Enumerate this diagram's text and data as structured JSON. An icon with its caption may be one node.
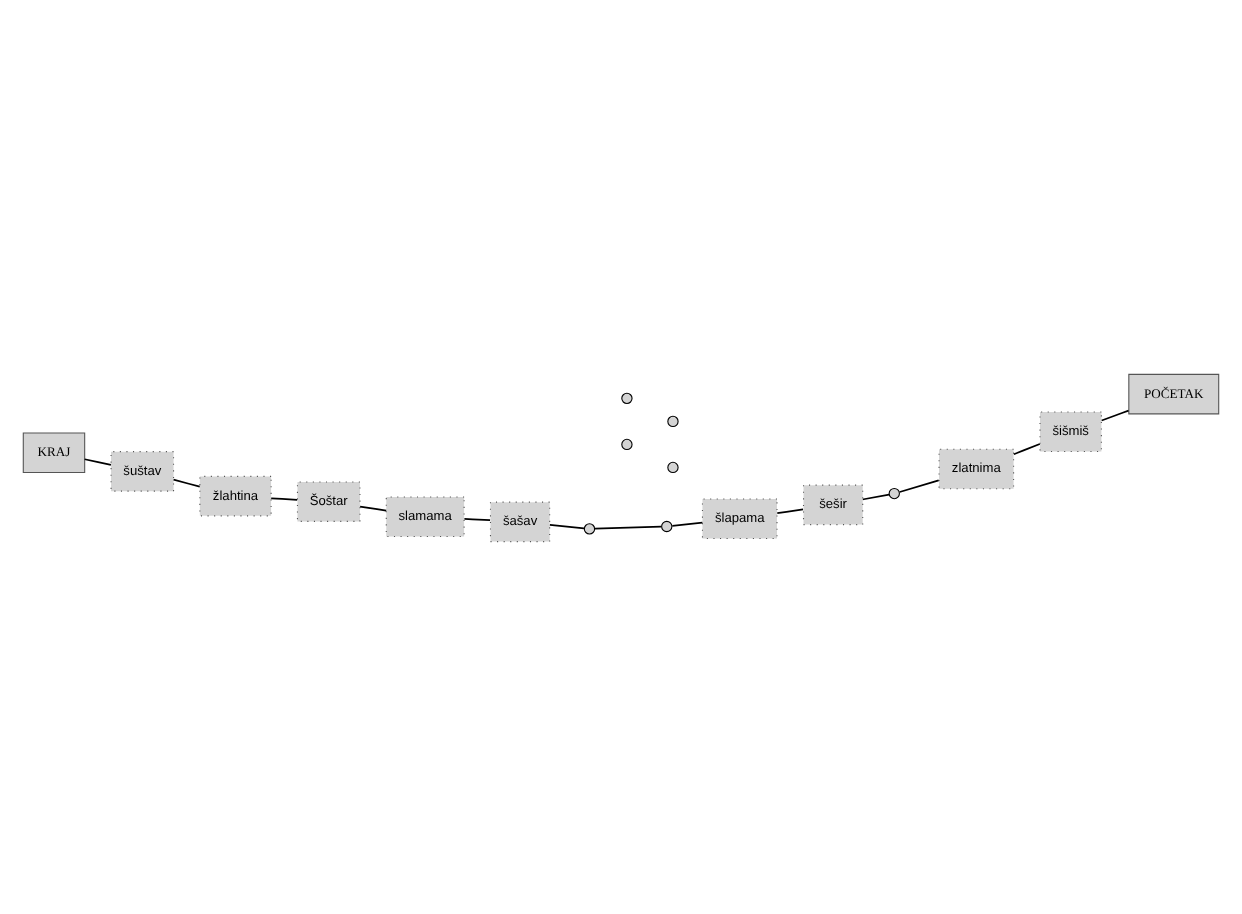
{
  "diagram": {
    "nodes": [
      {
        "text": [],
        "shape": "circle"
      },
      {
        "text": [
          "KRAJ"
        ]
      },
      {
        "text": [
          "šuštav"
        ]
      },
      {
        "text": [],
        "shape": "circle"
      },
      {
        "text": [
          "Šoštar"
        ]
      },
      {
        "text": [
          "šašav"
        ]
      },
      {
        "text": [],
        "shape": "circle"
      },
      {
        "text": [
          "žlahtina"
        ]
      },
      {
        "text": [
          "slamama"
        ]
      },
      {
        "text": [
          "šlapama"
        ]
      },
      {
        "text": [],
        "shape": "circle"
      },
      {
        "text": [
          "šešir"
        ]
      },
      {
        "text": [
          "zlatnima"
        ]
      },
      {
        "text": [
          "šišmiš"
        ]
      },
      {
        "text": [],
        "shape": "circle"
      },
      {
        "text": [
          "POČETAK"
        ]
      },
      {
        "text": [],
        "shape": "circle"
      },
      {
        "text": [],
        "shape": "circle"
      }
    ],
    "edges": [
      {
        "from": 15,
        "to": 13,
        "arrow": "none"
      },
      {
        "from": 13,
        "to": 12,
        "arrow": "none"
      },
      {
        "from": 12,
        "to": 16,
        "arrow": "none"
      },
      {
        "from": 16,
        "to": 11,
        "arrow": "none"
      },
      {
        "from": 11,
        "to": 9,
        "arrow": "none"
      },
      {
        "from": 9,
        "to": 3,
        "arrow": "none"
      },
      {
        "from": 3,
        "to": 6,
        "arrow": "none"
      },
      {
        "from": 6,
        "to": 5,
        "arrow": "none"
      },
      {
        "from": 5,
        "to": 8,
        "arrow": "none"
      },
      {
        "from": 8,
        "to": 4,
        "arrow": "none"
      },
      {
        "from": 4,
        "to": 7,
        "arrow": "none"
      },
      {
        "from": 7,
        "to": 2,
        "arrow": "none"
      },
      {
        "from": 2,
        "to": 1,
        "arrow": "none"
      }
    ]
  }
}
